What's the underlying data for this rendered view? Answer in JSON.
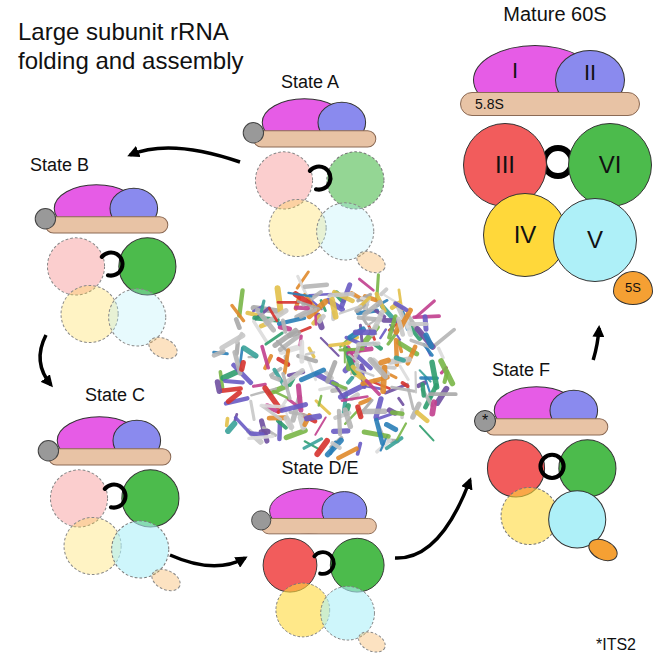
{
  "diagram": {
    "title": "Large subunit rRNA folding and assembly",
    "nodes": [
      {
        "text": [
          "State A"
        ]
      },
      {
        "text": [
          "State B"
        ]
      },
      {
        "text": [
          "State C"
        ]
      },
      {
        "text": [
          "State D/E"
        ]
      },
      {
        "text": [
          "State F"
        ]
      },
      {
        "text": [
          "*"
        ],
        "in": 4
      },
      {
        "text": [
          "Mature 60S"
        ]
      },
      {
        "text": [
          "I"
        ],
        "in": 6
      },
      {
        "text": [
          "II"
        ],
        "in": 6
      },
      {
        "text": [
          "5.8S"
        ],
        "in": 6
      },
      {
        "text": [
          "III"
        ],
        "in": 6
      },
      {
        "text": [
          "VI"
        ],
        "in": 6
      },
      {
        "text": [
          "IV"
        ],
        "in": 6
      },
      {
        "text": [
          "V"
        ],
        "in": 6
      },
      {
        "text": [
          "5S"
        ],
        "in": 6
      }
    ],
    "edges": [
      {
        "from": 0,
        "to": 1,
        "arrow": "to"
      },
      {
        "from": 1,
        "to": 2,
        "arrow": "to"
      },
      {
        "from": 2,
        "to": 3,
        "arrow": "to"
      },
      {
        "from": 3,
        "to": 4,
        "arrow": "to"
      },
      {
        "from": 4,
        "to": 6,
        "arrow": "to"
      }
    ],
    "labels": [
      "*ITS2"
    ]
  }
}
